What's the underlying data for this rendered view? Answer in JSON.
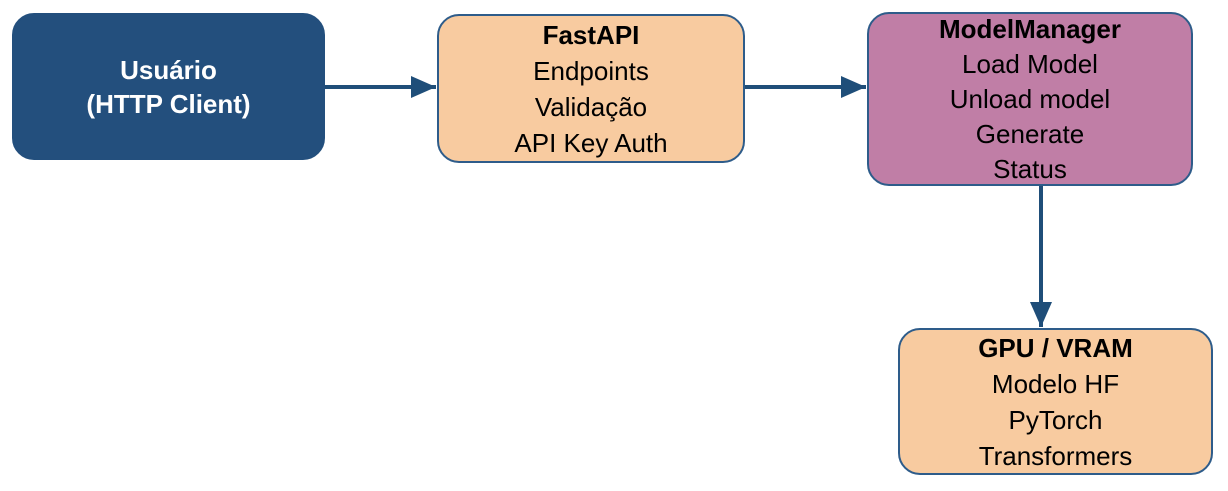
{
  "colors": {
    "node-dark-blue": "#234F7D",
    "node-peach": "#F8CBA0",
    "node-pink": "#C07EA6",
    "border-blue": "#2E5C8A",
    "arrow-blue": "#1F4E79",
    "text-dark": "#000000",
    "text-light": "#FFFFFF"
  },
  "diagram": {
    "type": "flowchart",
    "nodes": [
      {
        "id": "usuario",
        "title": "Usuário",
        "lines": [
          "(HTTP Client)"
        ]
      },
      {
        "id": "fastapi",
        "title": "FastAPI",
        "lines": [
          "Endpoints",
          "Validação",
          "API Key Auth"
        ]
      },
      {
        "id": "model-manager",
        "title": "ModelManager",
        "lines": [
          "Load Model",
          "Unload model",
          "Generate",
          "Status"
        ]
      },
      {
        "id": "gpu-vram",
        "title": "GPU / VRAM",
        "lines": [
          "Modelo HF",
          "PyTorch",
          "Transformers"
        ]
      }
    ],
    "edges": [
      {
        "from": "usuario",
        "to": "fastapi",
        "direction": "right"
      },
      {
        "from": "fastapi",
        "to": "model-manager",
        "direction": "right"
      },
      {
        "from": "model-manager",
        "to": "gpu-vram",
        "direction": "down"
      }
    ]
  }
}
